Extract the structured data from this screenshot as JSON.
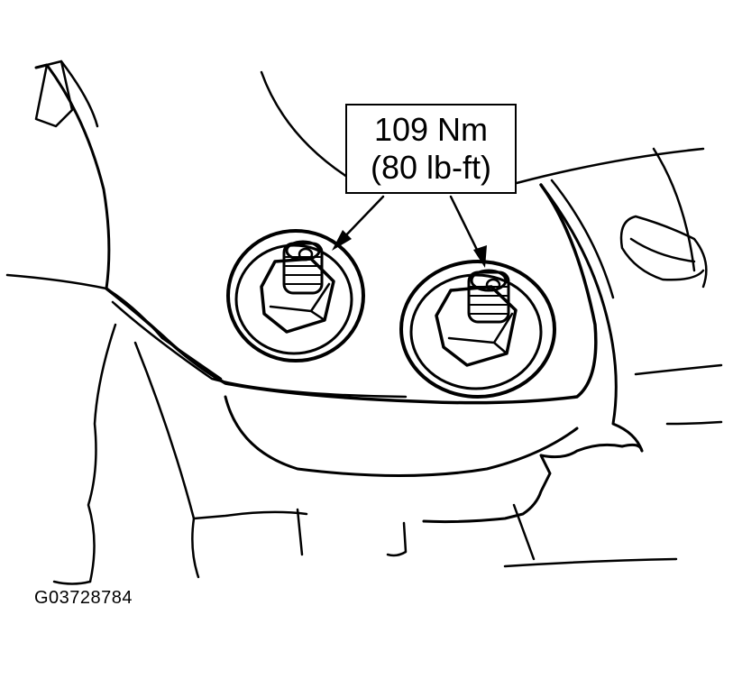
{
  "callout": {
    "torque_metric": "109 Nm",
    "torque_imperial": "(80 lb-ft)"
  },
  "figure_id": "G03728784",
  "colors": {
    "line": "#000000",
    "background": "#ffffff"
  }
}
